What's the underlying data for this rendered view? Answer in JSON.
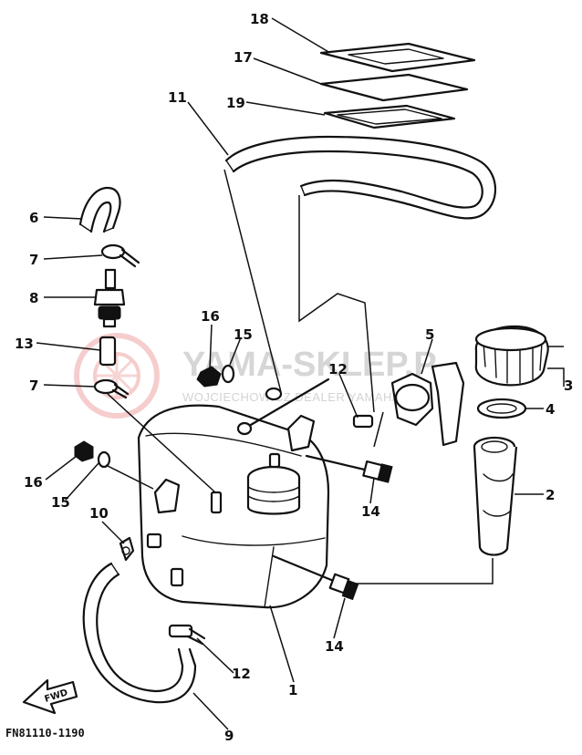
{
  "diagram_code": "FN81110-1190",
  "forward_label": "FWD",
  "watermark": {
    "name": "YAMA-SKLEP.P",
    "subtitle": "WOJCIECHOWICZ DEALER YAMAHA",
    "color": "#f2b8b8"
  },
  "callouts": [
    {
      "id": "c1",
      "label": "1"
    },
    {
      "id": "c2",
      "label": "2"
    },
    {
      "id": "c3",
      "label": "3"
    },
    {
      "id": "c4",
      "label": "4"
    },
    {
      "id": "c5",
      "label": "5"
    },
    {
      "id": "c6",
      "label": "6"
    },
    {
      "id": "c7a",
      "label": "7"
    },
    {
      "id": "c7b",
      "label": "7"
    },
    {
      "id": "c8",
      "label": "8"
    },
    {
      "id": "c9",
      "label": "9"
    },
    {
      "id": "c10",
      "label": "10"
    },
    {
      "id": "c11",
      "label": "11"
    },
    {
      "id": "c12a",
      "label": "12"
    },
    {
      "id": "c12b",
      "label": "12"
    },
    {
      "id": "c13",
      "label": "13"
    },
    {
      "id": "c14a",
      "label": "14"
    },
    {
      "id": "c14b",
      "label": "14"
    },
    {
      "id": "c15a",
      "label": "15"
    },
    {
      "id": "c15b",
      "label": "15"
    },
    {
      "id": "c16a",
      "label": "16"
    },
    {
      "id": "c16b",
      "label": "16"
    },
    {
      "id": "c17",
      "label": "17"
    },
    {
      "id": "c18",
      "label": "18"
    },
    {
      "id": "c19",
      "label": "19"
    }
  ]
}
